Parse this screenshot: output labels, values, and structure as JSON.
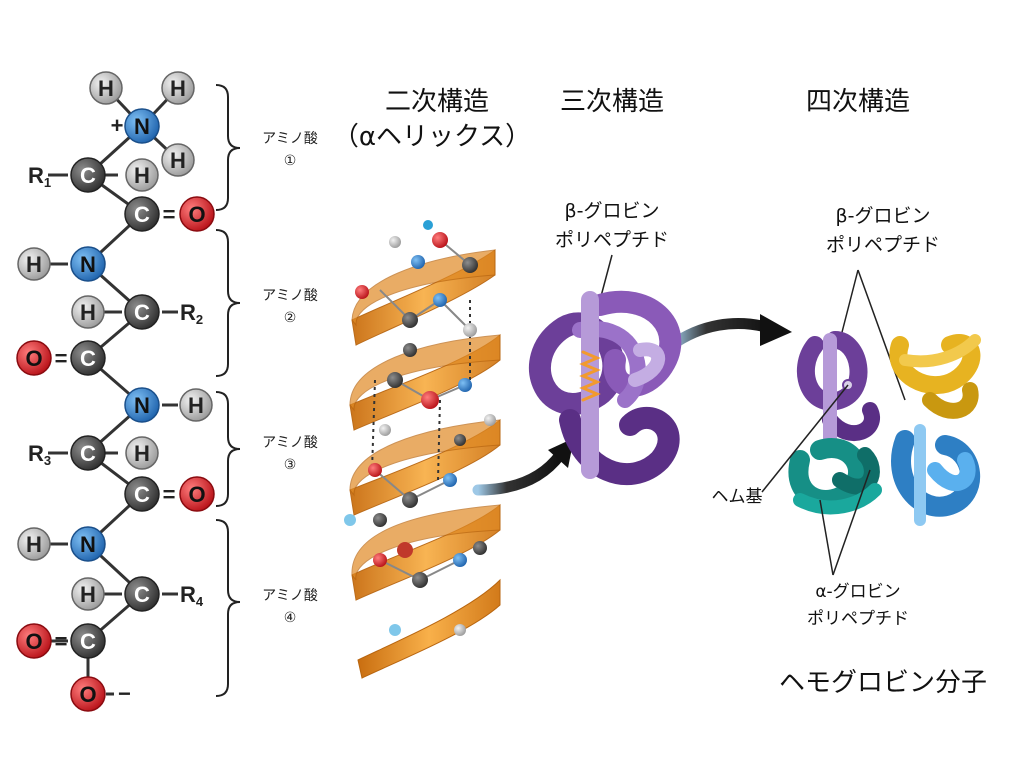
{
  "amino_acids": [
    {
      "label": "アミノ酸",
      "index": "①"
    },
    {
      "label": "アミノ酸",
      "index": "②"
    },
    {
      "label": "アミノ酸",
      "index": "③"
    },
    {
      "label": "アミノ酸",
      "index": "④"
    }
  ],
  "atoms": {
    "H": "H",
    "N": "N",
    "C": "C",
    "O": "O",
    "plus": "+",
    "minus": "−",
    "bond_double": "=",
    "R1": "R",
    "R1_sub": "1",
    "R2": "R",
    "R2_sub": "2",
    "R3": "R",
    "R3_sub": "3",
    "R4": "R",
    "R4_sub": "4"
  },
  "titles": {
    "secondary_line1": "二次構造",
    "secondary_line2": "（αヘリックス）",
    "tertiary": "三次構造",
    "quaternary": "四次構造"
  },
  "labels": {
    "beta_tertiary_line1": "β-グロビン",
    "beta_tertiary_line2": "ポリペプチド",
    "beta_quaternary_line1": "β-グロビン",
    "beta_quaternary_line2": "ポリペプチド",
    "heme": "ヘム基",
    "alpha_line1": "α-グロビン",
    "alpha_line2": "ポリペプチド",
    "hemoglobin": "ヘモグロビン分子"
  },
  "colors": {
    "hydrogen": "#c8c8c8",
    "nitrogen": "#2f7fcf",
    "carbon": "#555555",
    "oxygen": "#d9232b",
    "helix_ribbon": "#f29a2e",
    "beta_chain": "#8a5ab8",
    "beta_chain_2": "#9b72c9",
    "alpha_chain_yellow": "#e7b321",
    "alpha_chain_teal": "#168f86",
    "alpha_chain_blue": "#3d9be0"
  }
}
